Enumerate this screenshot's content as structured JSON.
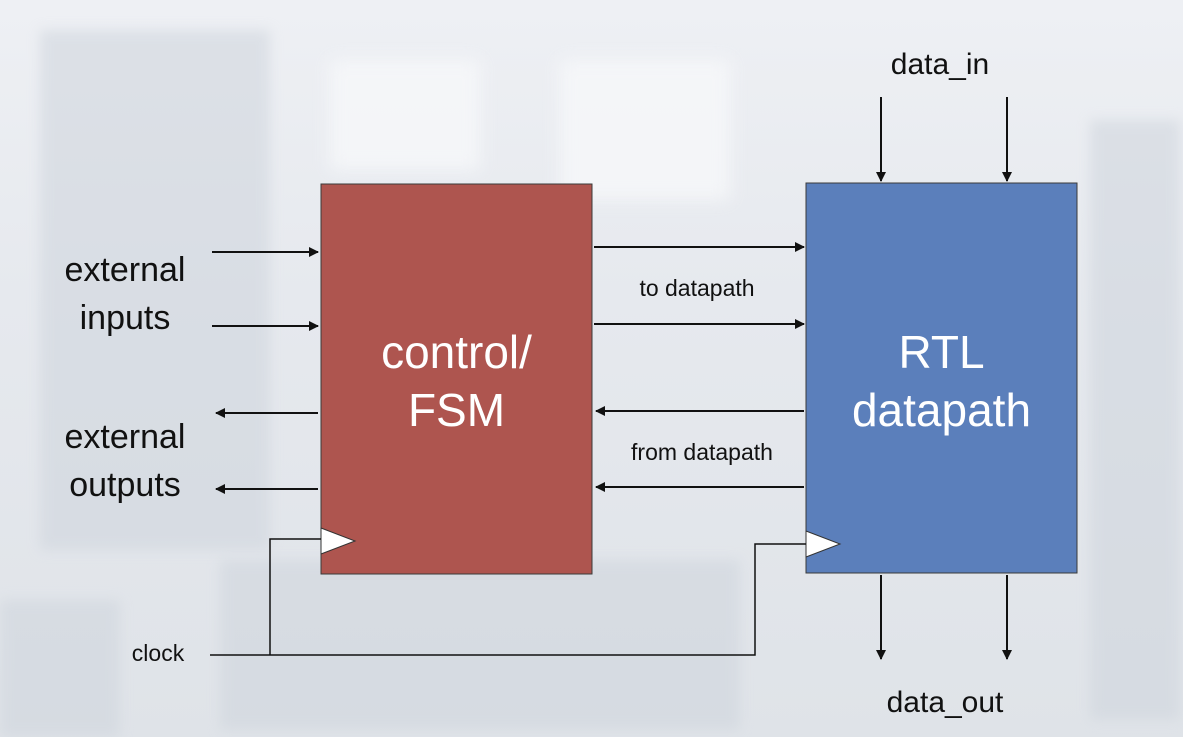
{
  "fsm": {
    "line1": "control/",
    "line2": "FSM",
    "color": "#ae554f"
  },
  "datapath": {
    "line1": "RTL",
    "line2": "datapath",
    "color": "#5b7fbb"
  },
  "labels": {
    "external_inputs_1": "external",
    "external_inputs_2": "inputs",
    "external_outputs_1": "external",
    "external_outputs_2": "outputs",
    "to_datapath": "to datapath",
    "from_datapath": "from datapath",
    "clock": "clock",
    "data_in": "data_in",
    "data_out": "data_out"
  }
}
